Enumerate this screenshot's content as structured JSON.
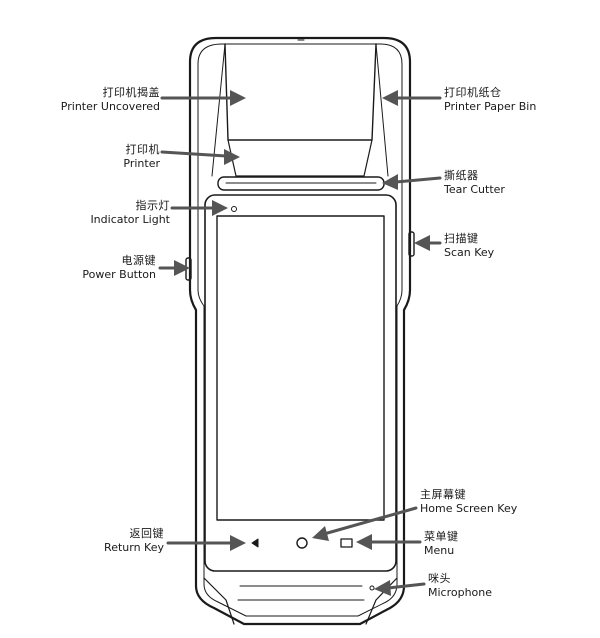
{
  "labels": {
    "printer_uncovered": {
      "zh": "打印机揭盖",
      "en": "Printer Uncovered"
    },
    "printer": {
      "zh": "打印机",
      "en": "Printer"
    },
    "indicator_light": {
      "zh": "指示灯",
      "en": "Indicator Light"
    },
    "power_button": {
      "zh": "电源键",
      "en": "Power Button"
    },
    "return_key": {
      "zh": "返回键",
      "en": "Return Key"
    },
    "printer_paper_bin": {
      "zh": "打印机纸仓",
      "en": "Printer Paper Bin"
    },
    "tear_cutter": {
      "zh": "撕纸器",
      "en": "Tear Cutter"
    },
    "scan_key": {
      "zh": "扫描键",
      "en": "Scan Key"
    },
    "home_screen_key": {
      "zh": "主屏幕键",
      "en": "Home Screen Key"
    },
    "menu_key": {
      "zh": "菜单键",
      "en": "Menu"
    },
    "microphone": {
      "zh": "咪头",
      "en": "Microphone"
    }
  },
  "colors": {
    "line": "#1a1a1a",
    "arrow": "#555555",
    "background": "#ffffff"
  }
}
